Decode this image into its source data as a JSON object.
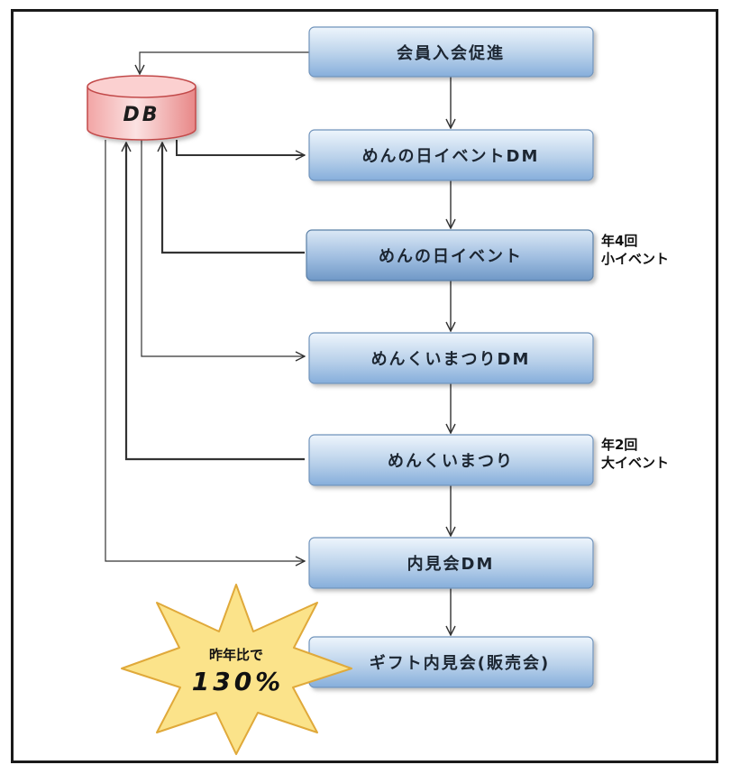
{
  "db": {
    "label": "DB"
  },
  "steps": [
    {
      "label": "会員入会促進"
    },
    {
      "label": "めんの日イベントDM"
    },
    {
      "label": "めんの日イベント"
    },
    {
      "label": "めんくいまつりDM"
    },
    {
      "label": "めんくいまつり"
    },
    {
      "label": "内見会DM"
    },
    {
      "label": "ギフト内見会(販売会)"
    }
  ],
  "notes": {
    "small_event": {
      "line1": "年4回",
      "line2": "小イベント"
    },
    "big_event": {
      "line1": "年2回",
      "line2": "大イベント"
    }
  },
  "burst": {
    "line1": "昨年比で",
    "line2": "130%"
  },
  "colors": {
    "box_top": "#eaf3fb",
    "box_bottom": "#8fb5da",
    "box_stroke": "#5a7fa6",
    "db_top": "#fbe3e3",
    "db_bottom": "#ea8c8c",
    "burst_fill": "#fbe38a"
  }
}
